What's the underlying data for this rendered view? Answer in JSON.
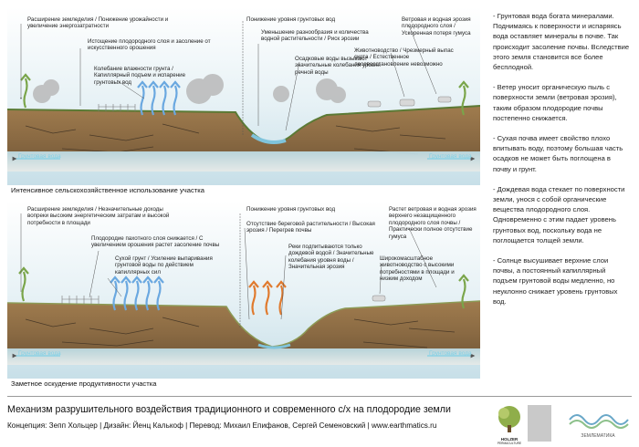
{
  "panel_top": {
    "labels": {
      "l1": "Расширение земледелия / Понижение урожайности и увеличение энергозатратности",
      "l2": "Истощение плодородного слоя и засоление от искусственного орошения",
      "l3": "Колебание влажности грунта / Капиллярный подъем и испарение грунтовых вод",
      "l4": "Понижение уровня грунтовых вод",
      "l5": "Уменьшение разнообразия и количества водной растительности / Риск эрозии",
      "l6": "Осадковые воды вызывают значительные колебания уровня речной воды",
      "l7": "Ветровая и водная эрозия плодородного слоя / Ускоренная потеря гумуса",
      "l8": "Животноводство / Чрезмерный выпас скота / Естественное лесовосстановление невозможно"
    },
    "groundwater_left": "Грунтовая вода",
    "groundwater_right": "Грунтовая вода",
    "caption": "Интенсивное сельскохозяйственное использование участка"
  },
  "panel_bottom": {
    "labels": {
      "l1": "Расширение земледелия / Незначительные доходы вопреки высоким энергетическим затратам и высокой потребности в площади",
      "l2": "Плодородие пахотного слоя снижается / С увеличением орошения растет засоление почвы",
      "l3": "Сухой грунт / Усиление выпаривания грунтовой воды по действием капиллярных сил",
      "l4": "Понижение уровня грунтовых вод",
      "l5": "Отсутствие береговой растительности / Высокая эрозия / Перегрев почвы",
      "l6": "Реки подпитываются только дождевой водой / Значительные колебания уровня воды / Значительная эрозия",
      "l7": "Растет ветровая и водная эрозия верхнего незащищенного плодородного слоя почвы / Практически полное отсутствие гумуса",
      "l8": "Широкомасштабное животноводство с высокими потребностями в площади и низким доходом"
    },
    "groundwater_left": "Грунтовая вода",
    "groundwater_right": "Грунтовая вода",
    "caption": "Заметное оскудение продуктивности участка"
  },
  "sidebar": {
    "paragraphs": [
      "- Грунтовая вода богата минералами. Поднимаясь к поверхности и испаряясь вода оставляет минералы в почве. Так происходит засоление почвы. Вследствие этого земля становится все более бесплодной.",
      "- Ветер уносит органическую пыль с поверхности земли (ветровая эрозия), таким образом плодородие почвы постепенно снижается.",
      "- Сухая почва имеет свойство плохо впитывать воду, поэтому большая часть осадков не может быть поглощена в почву и грунт.",
      "- Дождевая вода стекает по поверхности земли, унося с собой органические вещества плодородного слоя. Одновременно с этим падает уровень грунтовых вод, поскольку вода не поглощается толщей земли.",
      "- Солнце высушивает верхние слои почвы, а постоянный капиллярный подъем грунтовой воды медленно, но неуклонно снижает уровень грунтовых вод."
    ]
  },
  "footer": {
    "title": "Механизм разрушительного воздействия традиционного и современного с/х на плодородие земли",
    "credits": "Концепция: Зепп Хольцер | Дизайн: Йенц Калькоф | Перевод: Михаил Епифанов, Сергей Семеновский | www.earthmatics.ru",
    "logo_holzer": "HOLZER",
    "logo_holzer_sub": "PERMACULTURE",
    "logo_earth": "ЗЕМЛЕМАТИКА"
  },
  "colors": {
    "sky": "#cfe6ef",
    "soil": "#8a6a43",
    "groundwater": "#d9eef4",
    "arrow_blue": "#6aa8e0",
    "arrow_orange": "#e07a2e",
    "arrow_green": "#7aa54a"
  }
}
